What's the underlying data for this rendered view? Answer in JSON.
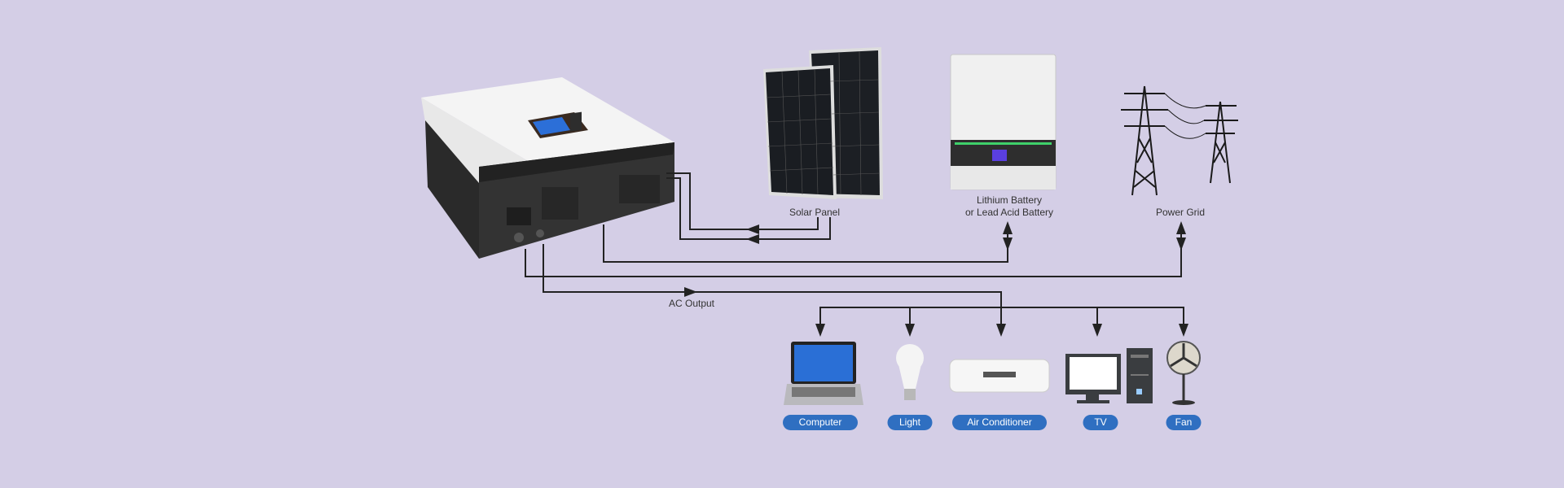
{
  "labels": {
    "solar_panel": "Solar Panel",
    "battery_line1": "Lithium Battery",
    "battery_line2": "or Lead Acid Battery",
    "power_grid": "Power Grid",
    "ac_output": "AC Output"
  },
  "appliances": [
    {
      "label": "Computer",
      "icon": "laptop-icon"
    },
    {
      "label": "Light",
      "icon": "light-bulb-icon"
    },
    {
      "label": "Air Conditioner",
      "icon": "air-conditioner-icon"
    },
    {
      "label": "TV",
      "icon": "tv-desktop-icon"
    },
    {
      "label": "Fan",
      "icon": "fan-icon"
    }
  ],
  "colors": {
    "background": "#d4cee6",
    "pill": "#2f6fc1",
    "line": "#222222"
  }
}
